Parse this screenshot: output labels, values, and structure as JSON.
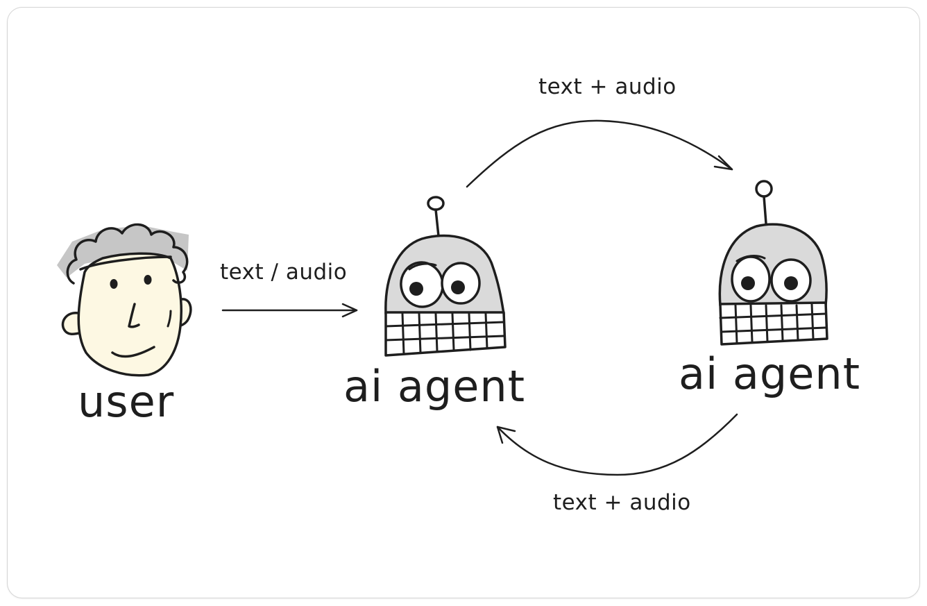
{
  "nodes": {
    "user": {
      "label": "user"
    },
    "agent_1": {
      "label": "ai agent"
    },
    "agent_2": {
      "label": "ai agent"
    }
  },
  "edges": {
    "user_to_agent": {
      "label": "text / audio"
    },
    "agent1_to_agent2": {
      "label": "text + audio"
    },
    "agent2_to_agent1": {
      "label": "text + audio"
    }
  },
  "colors": {
    "stroke": "#1e1e1e",
    "face_fill": "#fdf8e3",
    "hair_fill": "#c6c6c6",
    "robot_head_fill": "#dadada",
    "card_border": "#d4d4d4"
  },
  "icons": [
    "user-face-icon",
    "robot-icon",
    "robot-icon"
  ]
}
